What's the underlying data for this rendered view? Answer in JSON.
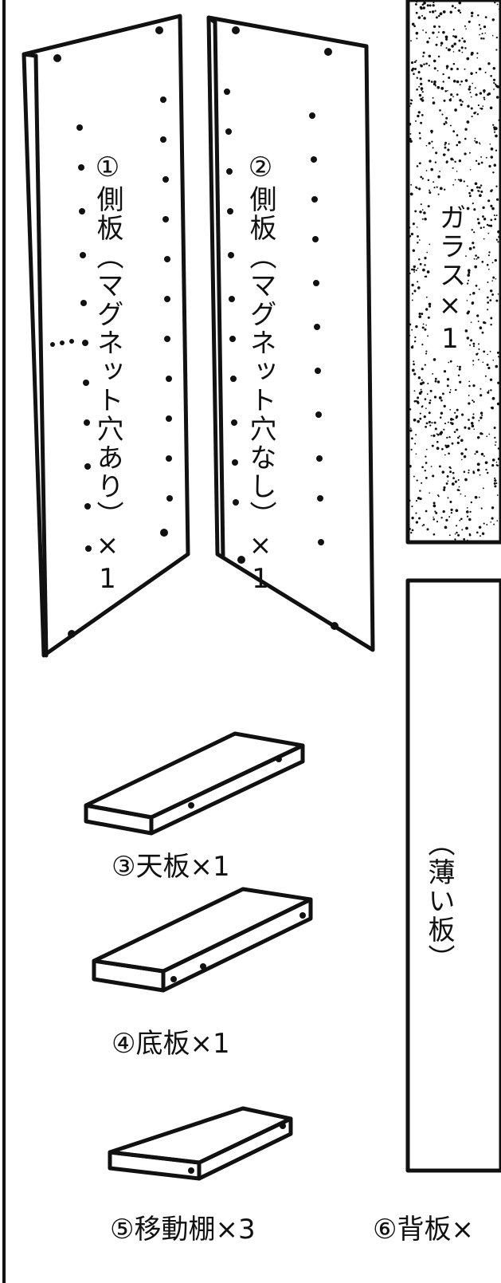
{
  "parts": {
    "side_panel_1": {
      "label": "①側板（マグネット穴あり）×1"
    },
    "side_panel_2": {
      "label": "②側板（マグネット穴なし）×1"
    },
    "glass": {
      "label": "ガラス×1"
    },
    "top_board": {
      "label": "③天板×1"
    },
    "bottom_board": {
      "label": "④底板×1"
    },
    "movable_shelf": {
      "label": "⑤移動棚×3"
    },
    "back_board": {
      "label": "⑥背板×",
      "note": "（薄い板）"
    }
  },
  "colors": {
    "ink": "#111111",
    "paper": "#ffffff"
  }
}
